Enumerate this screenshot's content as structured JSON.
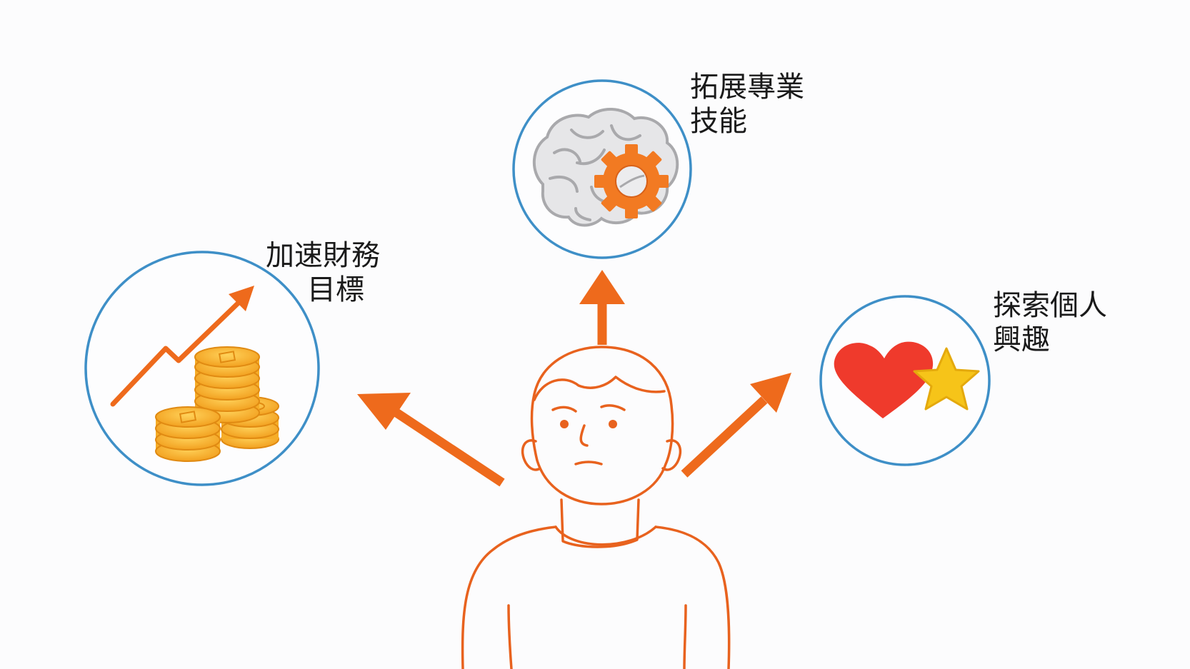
{
  "colors": {
    "background": "#fcfcfd",
    "arrow": "#ee6a1c",
    "person_line": "#e8621e",
    "circle_border": "#3e8fc7",
    "coin_fill": "#f7b32b",
    "coin_edge": "#e08a12",
    "heart": "#ef3a2c",
    "star": "#f6c419",
    "gear": "#f27a22",
    "brain": "#b7b7b9"
  },
  "icons": {
    "finance": "coins-growth-chart-icon",
    "skills": "brain-gear-icon",
    "interests": "heart-star-icon",
    "person": "person-outline"
  },
  "labels": {
    "finance": [
      "加速財務",
      "目標"
    ],
    "skills": [
      "拓展專業",
      "技能"
    ],
    "interests": [
      "探索個人",
      "興趣"
    ]
  }
}
